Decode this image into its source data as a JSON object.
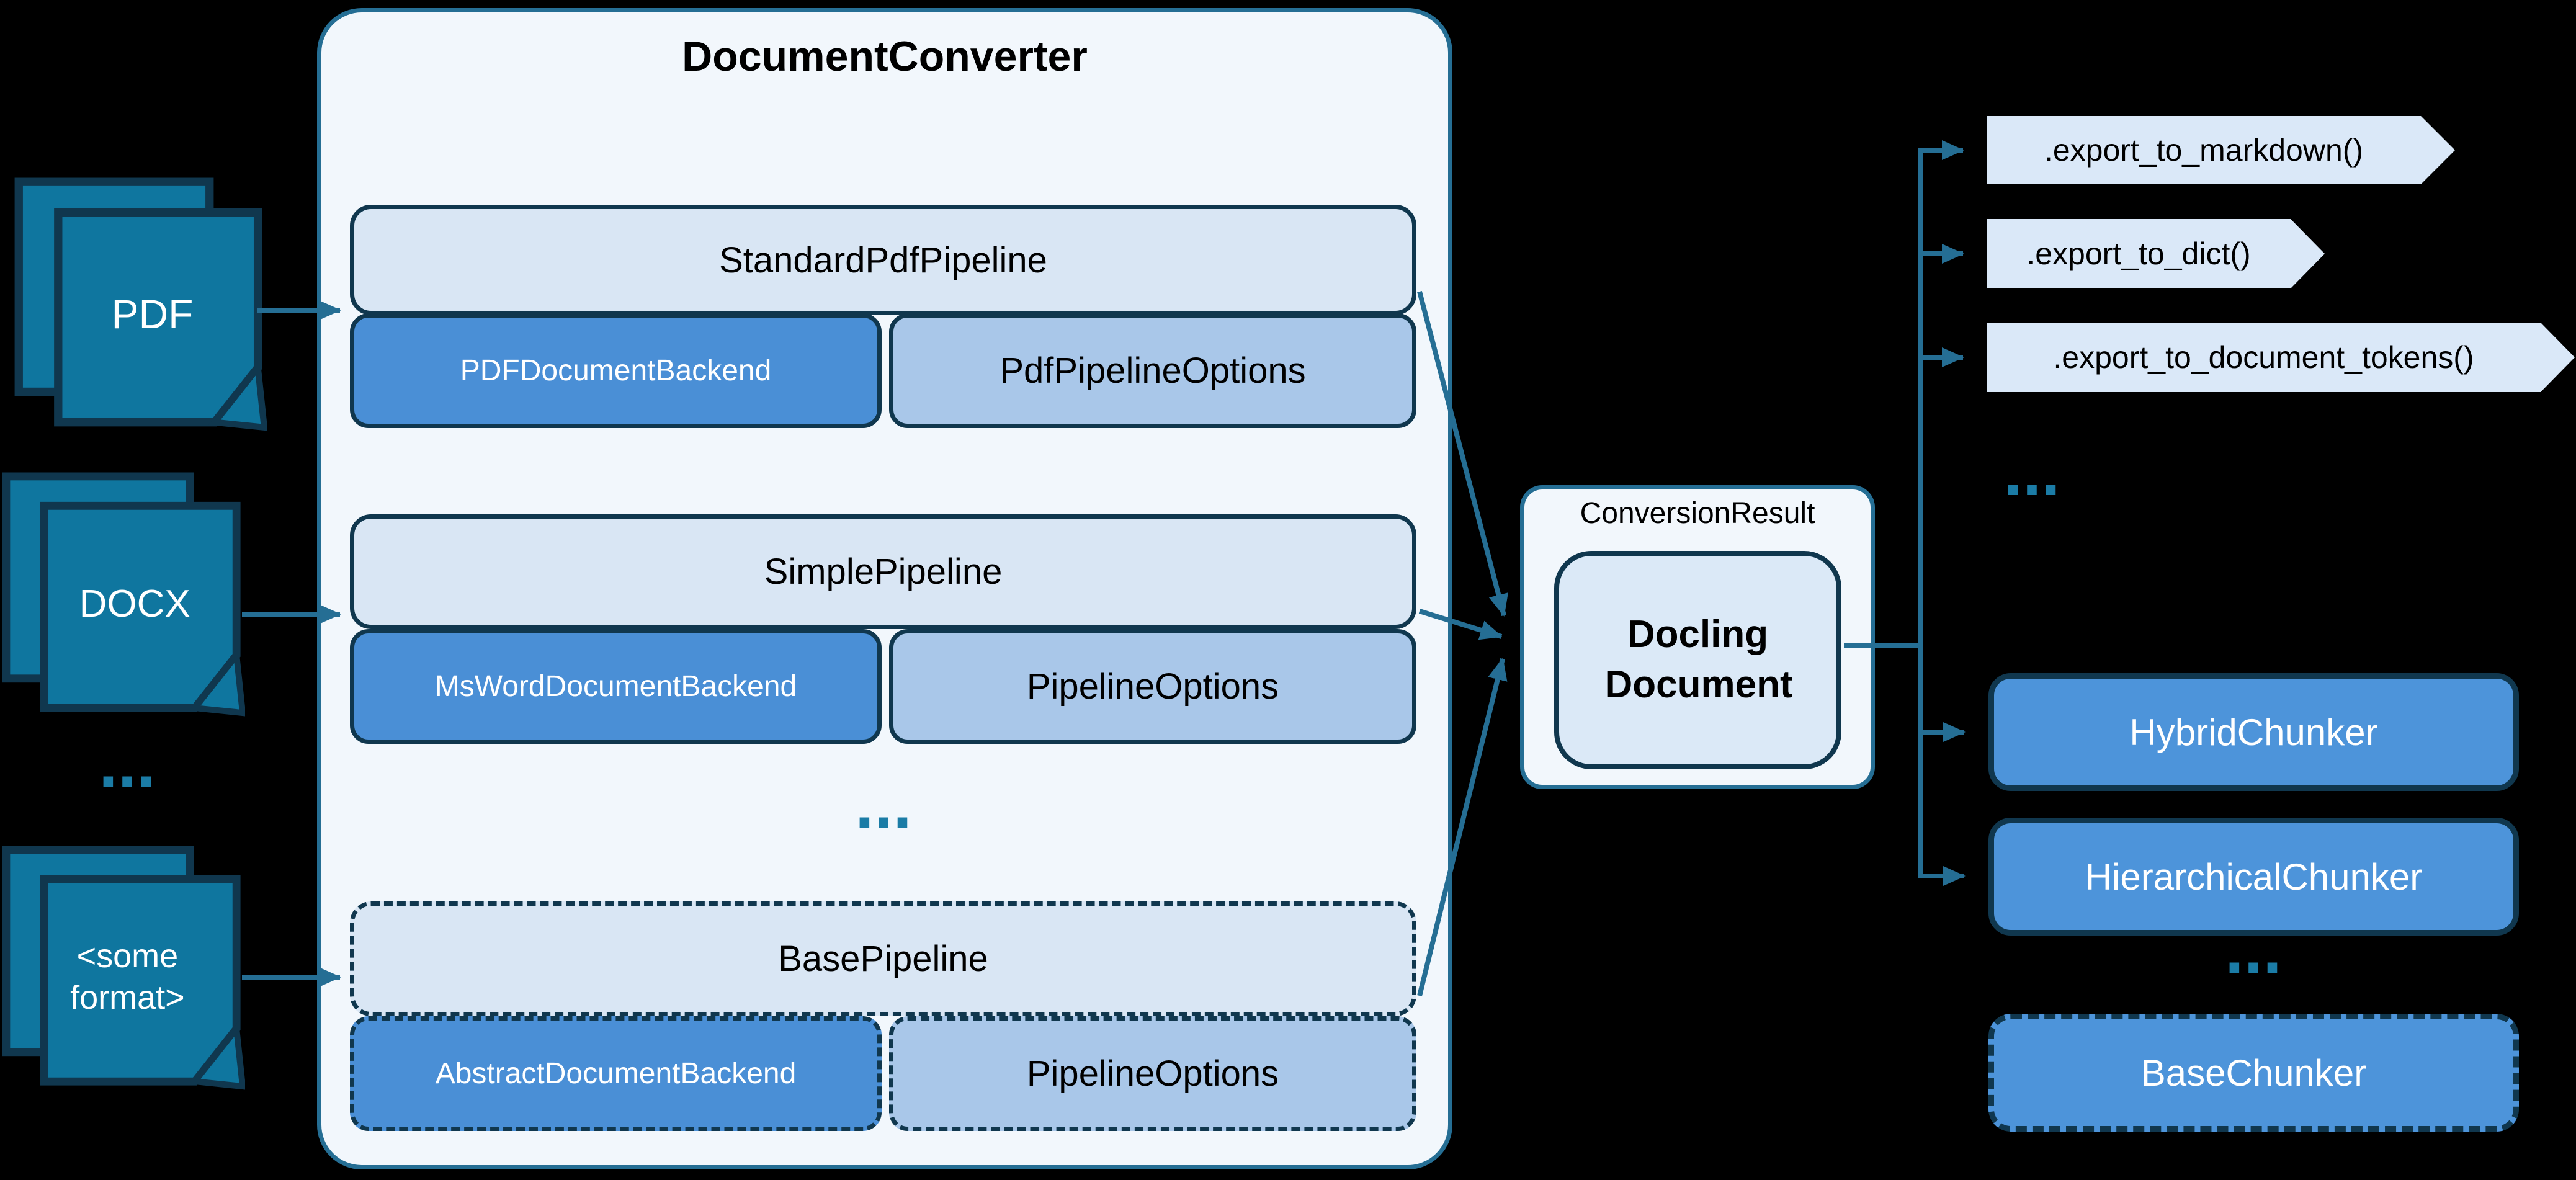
{
  "colors": {
    "background": "#000000",
    "teal": "#256e94",
    "navy": "#10374e",
    "doc": "#0f769f",
    "dots": "#1b7ca6",
    "panel": "#f2f7fc",
    "pipe": "#d9e6f4",
    "backend": "#4a8fd6",
    "options": "#a9c7e9",
    "export": "#dae8f8",
    "inner": "#dbe9f7",
    "blue": "#4d94da"
  },
  "inputs": {
    "pdf": "PDF",
    "docx": "DOCX",
    "other": "<some format>",
    "ellipsis": "..."
  },
  "converter": {
    "title": "DocumentConverter",
    "ellipsis": "...",
    "groups": [
      {
        "pipeline": "StandardPdfPipeline",
        "backend": "PDFDocumentBackend",
        "options": "PdfPipelineOptions"
      },
      {
        "pipeline": "SimplePipeline",
        "backend": "MsWordDocumentBackend",
        "options": "PipelineOptions"
      },
      {
        "pipeline": "BasePipeline",
        "backend": "AbstractDocumentBackend",
        "options": "PipelineOptions"
      }
    ]
  },
  "result": {
    "label": "ConversionResult",
    "document": "Docling Document"
  },
  "exports": {
    "items": [
      ".export_to_markdown()",
      ".export_to_dict()",
      ".export_to_document_tokens()"
    ],
    "ellipsis": "..."
  },
  "chunkers": {
    "items": [
      "HybridChunker",
      "HierarchicalChunker"
    ],
    "ellipsis": "...",
    "base": "BaseChunker"
  }
}
